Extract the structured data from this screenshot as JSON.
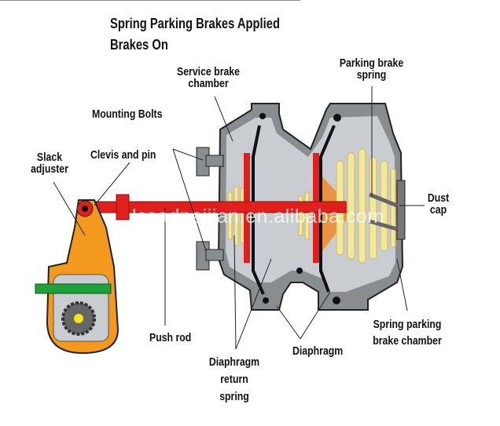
{
  "title": {
    "line1": "Spring Parking Brakes Applied",
    "line2": "Brakes On"
  },
  "labels": {
    "service_brake_chamber": [
      "Service brake",
      "chamber"
    ],
    "parking_brake_spring": [
      "Parking brake",
      "spring"
    ],
    "mounting_bolts": "Mounting Bolts",
    "slack_adjuster": [
      "Slack",
      "adjuster"
    ],
    "clevis_and_pin": "Clevis and pin",
    "dust_cap": [
      "Dust",
      "cap"
    ],
    "push_rod": "Push rod",
    "diaphragm_return_spring": [
      "Diaphragm",
      "return",
      "spring"
    ],
    "diaphragm": "Diaphragm",
    "spring_parking_brake_chamber": [
      "Spring parking",
      "brake chamber"
    ]
  },
  "watermark": "lssadpeijian.en.alibaba.com",
  "colors": {
    "housing": "#8a8d90",
    "interior": "#c9ccd0",
    "rod": "#e0201c",
    "adjuster": "#f39a1e",
    "spring": "#f5e79a",
    "worm": "#1fa03a"
  }
}
